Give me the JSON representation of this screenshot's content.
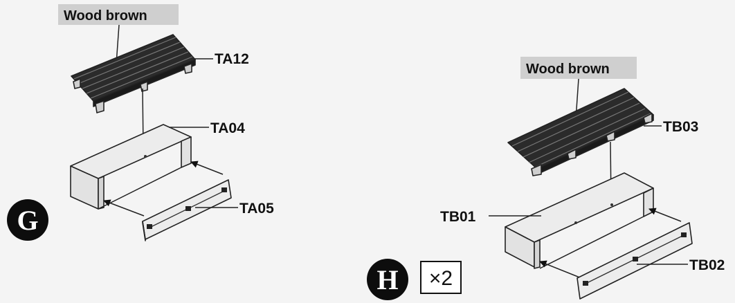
{
  "step_g": {
    "step_letter": "G",
    "color_label": "Wood brown",
    "parts": {
      "top": "TA12",
      "box": "TA04",
      "front": "TA05"
    }
  },
  "step_h": {
    "step_letter": "H",
    "color_label": "Wood brown",
    "quantity": "×2",
    "parts": {
      "top": "TB03",
      "box": "TB01",
      "front": "TB02"
    }
  },
  "colors": {
    "ink": "#111111",
    "slat_dark": "#2b2b2b",
    "panel": "#ececec",
    "label_bg": "#cfcfcf"
  }
}
